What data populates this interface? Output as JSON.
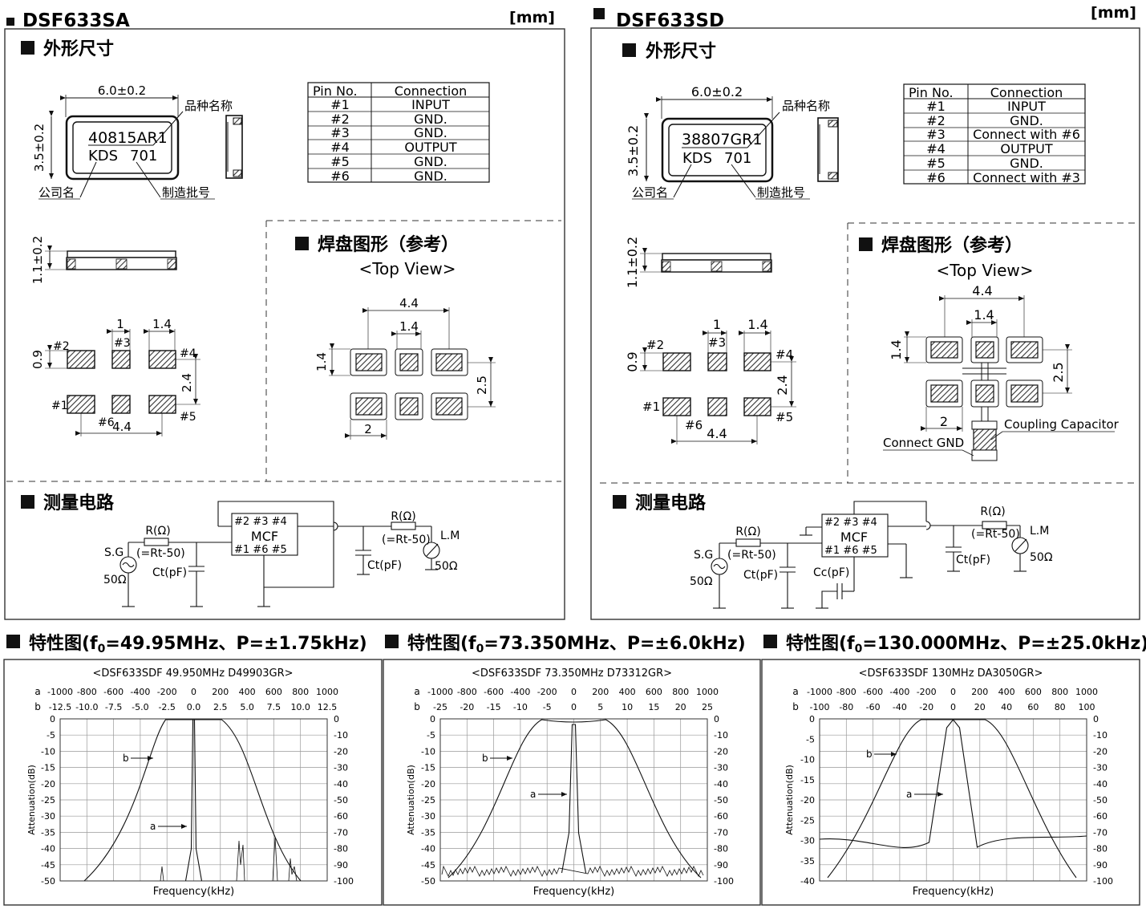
{
  "left": {
    "model": "DSF633SA",
    "unit": "[mm]",
    "outline_heading": "外形尺寸",
    "outline": {
      "width_dim": "6.0±0.2",
      "height_dim": "3.5±0.2",
      "thickness_dim": "1.1±0.2",
      "marking_line1": "40815AR1",
      "marking_line2_maker": "KDS",
      "marking_line2_lot": "701",
      "label_product": "品种名称",
      "label_company": "公司名",
      "label_lot": "制造批号"
    },
    "pin_table": {
      "header_pin": "Pin No.",
      "header_conn": "Connection",
      "rows": [
        {
          "pin": "#1",
          "conn": "INPUT"
        },
        {
          "pin": "#2",
          "conn": "GND."
        },
        {
          "pin": "#3",
          "conn": "GND."
        },
        {
          "pin": "#4",
          "conn": "OUTPUT"
        },
        {
          "pin": "#5",
          "conn": "GND."
        },
        {
          "pin": "#6",
          "conn": "GND."
        }
      ]
    },
    "bottom_view": {
      "dim_pad_w": "1",
      "dim_pitch": "1.4",
      "dim_pad_h": "0.9",
      "dim_rows": "2.4",
      "dim_span": "4.4",
      "pins": [
        "#1",
        "#2",
        "#3",
        "#4",
        "#5",
        "#6"
      ]
    },
    "land_heading": "焊盘图形（参考）",
    "land_sub": "<Top View>",
    "land": {
      "dim_total": "4.4",
      "dim_pitch": "1.4",
      "dim_pad": "1.4",
      "dim_rows": "2.5",
      "dim_w": "2"
    },
    "circuit_heading": "测量电路",
    "circuit": {
      "mcf": "MCF",
      "pins_top": "#2  #3  #4",
      "pins_bot": "#1  #6  #5",
      "r_in": "R(Ω)",
      "rt_in": "(=Rt-50)",
      "ct_in": "Ct(pF)",
      "sg": "S.G",
      "z_in": "50Ω",
      "r_out": "R(Ω)",
      "rt_out": "(=Rt-50)",
      "ct_out": "Ct(pF)",
      "lm": "L.M",
      "z_out": "50Ω"
    }
  },
  "right": {
    "model": "DSF633SD",
    "unit": "[mm]",
    "outline_heading": "外形尺寸",
    "outline": {
      "width_dim": "6.0±0.2",
      "height_dim": "3.5±0.2",
      "thickness_dim": "1.1±0.2",
      "marking_line1": "38807GR1",
      "marking_line2_maker": "KDS",
      "marking_line2_lot": "701",
      "label_product": "品种名称",
      "label_company": "公司名",
      "label_lot": "制造批号"
    },
    "pin_table": {
      "header_pin": "Pin No.",
      "header_conn": "Connection",
      "rows": [
        {
          "pin": "#1",
          "conn": "INPUT"
        },
        {
          "pin": "#2",
          "conn": "GND."
        },
        {
          "pin": "#3",
          "conn": "Connect with #6"
        },
        {
          "pin": "#4",
          "conn": "OUTPUT"
        },
        {
          "pin": "#5",
          "conn": "GND."
        },
        {
          "pin": "#6",
          "conn": "Connect with #3"
        }
      ]
    },
    "bottom_view": {
      "dim_pad_w": "1",
      "dim_pitch": "1.4",
      "dim_pad_h": "0.9",
      "dim_rows": "2.4",
      "dim_span": "4.4",
      "pins": [
        "#1",
        "#2",
        "#3",
        "#4",
        "#5",
        "#6"
      ]
    },
    "land_heading": "焊盘图形（参考）",
    "land_sub": "<Top View>",
    "land": {
      "dim_total": "4.4",
      "dim_pitch": "1.4",
      "dim_pad": "1.4",
      "dim_rows": "2.5",
      "dim_w": "2",
      "coupling": "Coupling Capacitor",
      "connect_gnd": "Connect GND"
    },
    "circuit_heading": "测量电路",
    "circuit": {
      "mcf": "MCF",
      "pins_top": "#2  #3  #4",
      "pins_bot": "#1  #6  #5",
      "r_in": "R(Ω)",
      "rt_in": "(=Rt-50)",
      "ct_in": "Ct(pF)",
      "sg": "S.G",
      "z_in": "50Ω",
      "cc": "Cc(pF)",
      "r_out": "R(Ω)",
      "rt_out": "(=Rt-50)",
      "ct_out": "Ct(pF)",
      "lm": "L.M",
      "z_out": "50Ω"
    }
  },
  "charts": [
    {
      "heading": "特性图(f",
      "heading_sub": "0",
      "heading_rest": "=49.95MHz、P=±1.75kHz)",
      "title": "<DSF633SDF 49.950MHz D49903GR>",
      "a_label": "a",
      "b_label": "b",
      "a_ticks": [
        "-1000",
        "-800",
        "-600",
        "-400",
        "-200",
        "0",
        "200",
        "400",
        "600",
        "800",
        "1000"
      ],
      "b_ticks": [
        "-12.5",
        "-10.0",
        "-7.5",
        "-5.0",
        "-2.5",
        "0.0",
        "2.5",
        "5.0",
        "7.5",
        "10.0",
        "12.5"
      ],
      "left_ticks": [
        "0",
        "-5",
        "-10",
        "-15",
        "-20",
        "-25",
        "-30",
        "-35",
        "-40",
        "-45",
        "-50"
      ],
      "right_ticks": [
        "0",
        "-10",
        "-20",
        "-30",
        "-40",
        "-50",
        "-60",
        "-70",
        "-80",
        "-90",
        "-100"
      ],
      "ylabel": "Attenuation(dB)",
      "xlabel": "Frequency(kHz)"
    },
    {
      "heading": "特性图(f",
      "heading_sub": "0",
      "heading_rest": "=73.350MHz、P=±6.0kHz)",
      "title": "<DSF633SDF 73.350MHz D73312GR>",
      "a_label": "a",
      "b_label": "b",
      "a_ticks": [
        "-1000",
        "-800",
        "-600",
        "-400",
        "-200",
        "0",
        "200",
        "400",
        "600",
        "800",
        "1000"
      ],
      "b_ticks": [
        "-25",
        "-20",
        "-15",
        "-10",
        "-5",
        "0",
        "5",
        "10",
        "15",
        "20",
        "25"
      ],
      "left_ticks": [
        "0",
        "-5",
        "-10",
        "-15",
        "-20",
        "-25",
        "-30",
        "-35",
        "-40",
        "-45",
        "-50"
      ],
      "right_ticks": [
        "0",
        "-10",
        "-20",
        "-30",
        "-40",
        "-50",
        "-60",
        "-70",
        "-80",
        "-90",
        "-100"
      ],
      "ylabel": "Attenuation(dB)",
      "xlabel": "Frequency(kHz)"
    },
    {
      "heading": "特性图(f",
      "heading_sub": "0",
      "heading_rest": "=130.000MHz、P=±25.0kHz)",
      "title": "<DSF633SDF 130MHz DA3050GR>",
      "a_label": "a",
      "b_label": "b",
      "a_ticks": [
        "-1000",
        "-800",
        "-600",
        "-400",
        "-200",
        "0",
        "200",
        "400",
        "600",
        "800",
        "1000"
      ],
      "b_ticks": [
        "-100",
        "-80",
        "-60",
        "-40",
        "-20",
        "0",
        "20",
        "40",
        "60",
        "80",
        "100"
      ],
      "left_ticks": [
        "0",
        "-5",
        "-10",
        "-15",
        "-20",
        "-25",
        "-30",
        "-35",
        "-40"
      ],
      "right_ticks": [
        "0",
        "-10",
        "-20",
        "-30",
        "-40",
        "-50",
        "-60",
        "-70",
        "-80",
        "-90",
        "-100"
      ],
      "ylabel": "Attenuation(dB)",
      "xlabel": "Frequency(kHz)"
    }
  ]
}
